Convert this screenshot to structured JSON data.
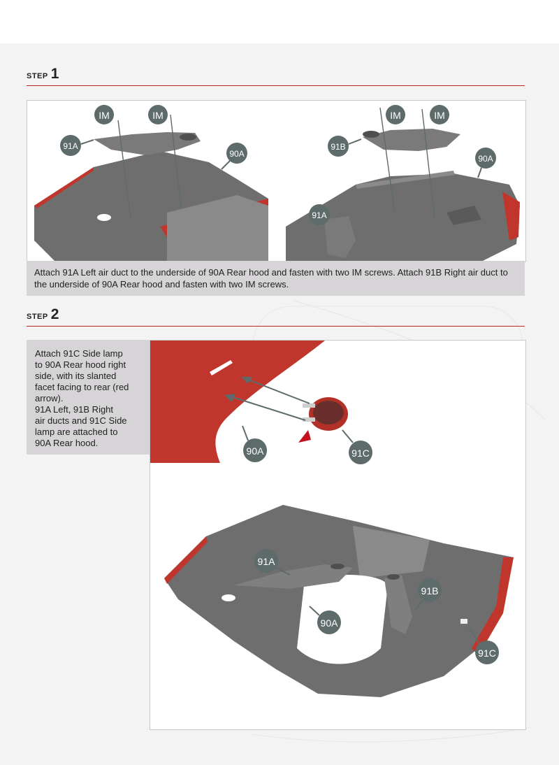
{
  "steps": [
    {
      "word": "STEP",
      "number": "1"
    },
    {
      "word": "STEP",
      "number": "2"
    }
  ],
  "step1": {
    "caption": "Attach 91A Left air duct to the underside of 90A Rear hood and fasten with two IM screws. Attach 91B Right air duct to the underside of 90A Rear hood and fasten with two IM screws.",
    "left_labels": [
      "IM",
      "IM",
      "91A",
      "90A"
    ],
    "right_labels": [
      "IM",
      "IM",
      "91B",
      "90A",
      "91A"
    ]
  },
  "step2": {
    "note": "Attach 91C Side lamp\nto 90A Rear hood right\nside, with its slanted\nfacet facing to rear (red\narrow).\n91A Left, 91B Right\nair ducts and 91C Side\nlamp are attached to\n90A Rear hood.",
    "detail_labels": [
      "90A",
      "91C"
    ],
    "main_labels": [
      "91A",
      "90A",
      "91B",
      "91C"
    ]
  },
  "colors": {
    "accent": "#b22a22",
    "label_bubble": "#5e6b6b",
    "part_grey": "#6b6b6b",
    "hood_red": "#c0362c",
    "caption_bg": "#d6d4d6"
  }
}
